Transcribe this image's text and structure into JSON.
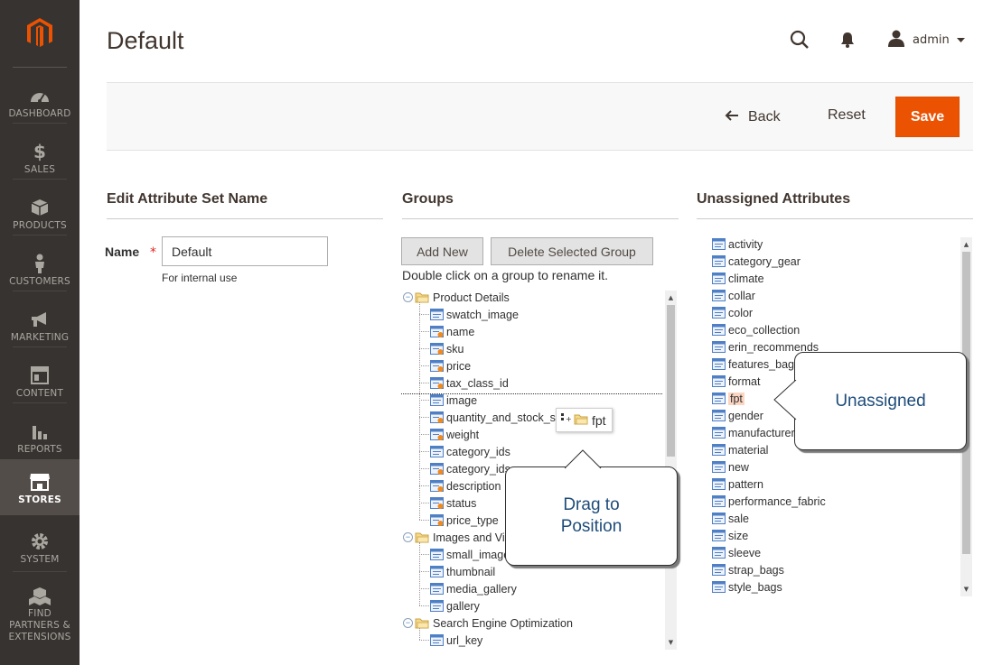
{
  "sidebar": {
    "items": [
      {
        "label": "DASHBOARD",
        "icon": "dashboard-icon"
      },
      {
        "label": "SALES",
        "icon": "dollar-icon"
      },
      {
        "label": "PRODUCTS",
        "icon": "box-icon"
      },
      {
        "label": "CUSTOMERS",
        "icon": "person-icon"
      },
      {
        "label": "MARKETING",
        "icon": "megaphone-icon"
      },
      {
        "label": "CONTENT",
        "icon": "layout-icon"
      },
      {
        "label": "REPORTS",
        "icon": "bar-chart-icon"
      },
      {
        "label": "STORES",
        "icon": "store-icon",
        "active": true
      },
      {
        "label": "SYSTEM",
        "icon": "gear-icon"
      },
      {
        "label": "FIND PARTNERS & EXTENSIONS",
        "icon": "cubes-icon"
      }
    ]
  },
  "header": {
    "title": "Default",
    "user": "admin"
  },
  "actions": {
    "back": "Back",
    "reset": "Reset",
    "save": "Save"
  },
  "colors": {
    "accent": "#eb5202",
    "sidebar": "#373330",
    "callout_text": "#1e4c7a"
  },
  "edit_section": {
    "title": "Edit Attribute Set Name",
    "name_label": "Name",
    "name_value": "Default",
    "note": "For internal use"
  },
  "groups_section": {
    "title": "Groups",
    "add_new": "Add New",
    "delete_group": "Delete Selected Group",
    "hint": "Double click on a group to rename it.",
    "tree": [
      {
        "type": "folder",
        "label": "Product Details"
      },
      {
        "type": "attr",
        "label": "swatch_image"
      },
      {
        "type": "attr",
        "label": "name"
      },
      {
        "type": "attr",
        "label": "sku"
      },
      {
        "type": "attr",
        "label": "price"
      },
      {
        "type": "attr",
        "label": "tax_class_id"
      },
      {
        "type": "attr",
        "label": "image"
      },
      {
        "type": "attr",
        "label": "quantity_and_stock_s"
      },
      {
        "type": "attr",
        "label": "weight"
      },
      {
        "type": "attr",
        "label": "category_ids"
      },
      {
        "type": "attr",
        "label": "category_ids"
      },
      {
        "type": "attr",
        "label": "description"
      },
      {
        "type": "attr",
        "label": "status"
      },
      {
        "type": "attr",
        "label": "price_type"
      },
      {
        "type": "folder",
        "label": "Images and Vi"
      },
      {
        "type": "attr",
        "label": "small_image"
      },
      {
        "type": "attr",
        "label": "thumbnail"
      },
      {
        "type": "attr",
        "label": "media_gallery"
      },
      {
        "type": "attr",
        "label": "gallery"
      },
      {
        "type": "folder",
        "label": "Search Engine Optimization"
      },
      {
        "type": "attr",
        "label": "url_key"
      }
    ],
    "drag_item": "fpt"
  },
  "unassigned_section": {
    "title": "Unassigned Attributes",
    "items": [
      "activity",
      "category_gear",
      "climate",
      "collar",
      "color",
      "eco_collection",
      "erin_recommends",
      "features_bags",
      "format",
      "fpt",
      "gender",
      "manufacturer",
      "material",
      "new",
      "pattern",
      "performance_fabric",
      "sale",
      "size",
      "sleeve",
      "strap_bags",
      "style_bags"
    ]
  },
  "callouts": {
    "drag": "Drag to\nPosition",
    "drag_line1": "Drag to",
    "drag_line2": "Position",
    "unassigned": "Unassigned"
  }
}
